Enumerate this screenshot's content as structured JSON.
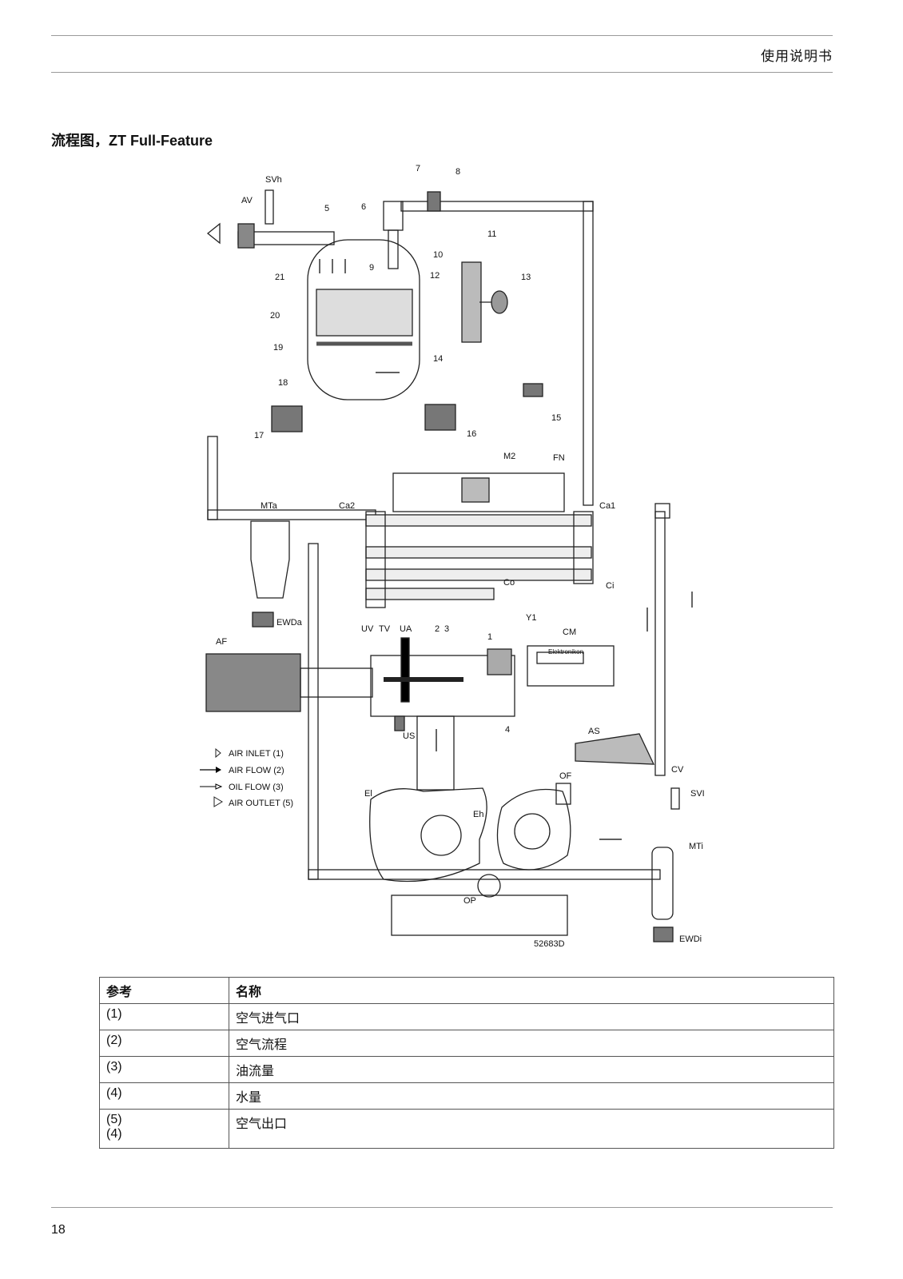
{
  "header": {
    "title": "使用说明书"
  },
  "section": {
    "title": "流程图，ZT Full-Feature"
  },
  "figure": {
    "drawing_number": "52683D",
    "legend": {
      "air_inlet": "AIR INLET (1)",
      "air_flow": "AIR FLOW (2)",
      "oil_flow": "OIL FLOW (3)",
      "air_outlet": "AIR OUTLET (5)"
    },
    "controller_label": "Elektronikon",
    "labels": {
      "svh": "SVh",
      "av": "AV",
      "n5": "5",
      "n6": "6",
      "n7": "7",
      "n8": "8",
      "n9": "9",
      "n10": "10",
      "n11": "11",
      "n12": "12",
      "n13": "13",
      "n14": "14",
      "n15": "15",
      "n16": "16",
      "n17": "17",
      "n18": "18",
      "n19": "19",
      "n20": "20",
      "n21": "21",
      "m2": "M2",
      "fn": "FN",
      "mta": "MTa",
      "ca2": "Ca2",
      "ca1": "Ca1",
      "co": "Co",
      "ci": "Ci",
      "ewda": "EWDa",
      "af": "AF",
      "uv": "UV",
      "tv": "TV",
      "ua": "UA",
      "n2": "2",
      "n3": "3",
      "n1": "1",
      "y1": "Y1",
      "cm": "CM",
      "us": "US",
      "n4": "4",
      "as": "AS",
      "cv": "CV",
      "of": "OF",
      "svi": "SVI",
      "el": "El",
      "eh": "Eh",
      "mti": "MTi",
      "op": "OP",
      "ewdi": "EWDi"
    }
  },
  "table": {
    "headers": [
      "参考",
      "名称"
    ],
    "rows": [
      {
        "ref": "(1)",
        "name": "空气进气口"
      },
      {
        "ref": "(2)",
        "name": "空气流程"
      },
      {
        "ref": "(3)",
        "name": "油流量"
      },
      {
        "ref": "(4)",
        "name": "水量"
      },
      {
        "ref": "(5)",
        "ref2": "(4)",
        "name": "空气出口"
      }
    ]
  },
  "footer": {
    "page_number": "18"
  }
}
